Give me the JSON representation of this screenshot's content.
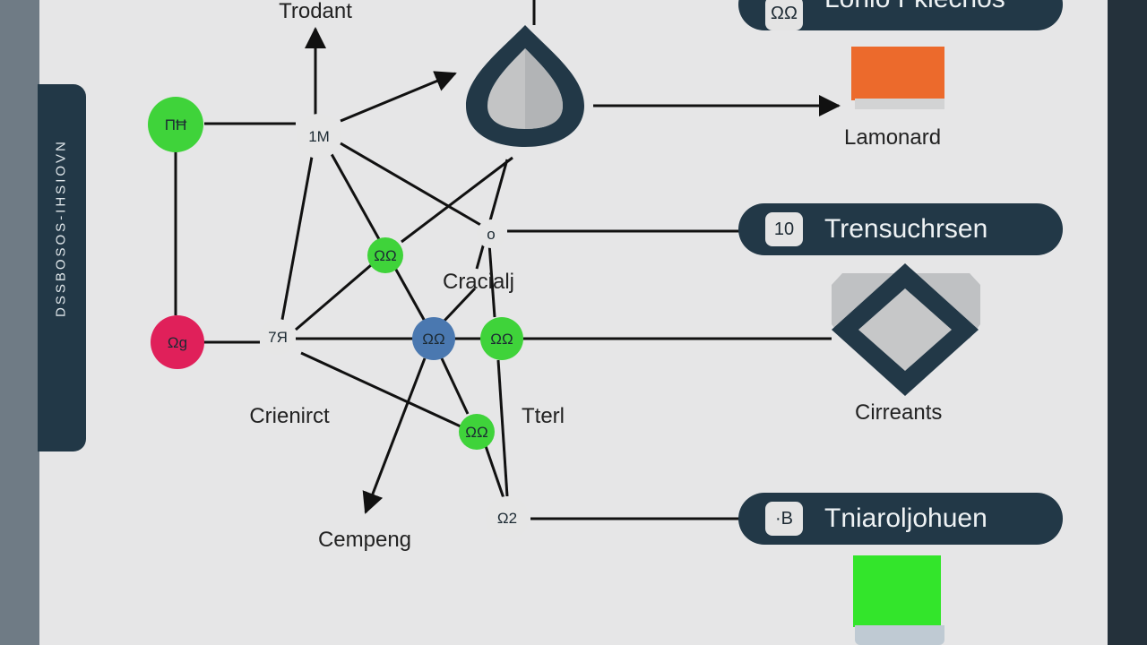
{
  "sidebar": {
    "vertical_text": "DSSBOSOS-IHSIOVN"
  },
  "nodes": [
    {
      "id": "n1",
      "label": "ΠĦ",
      "color": "#3fd33a"
    },
    {
      "id": "n2",
      "label": "1M",
      "color": "#e6e6e6"
    },
    {
      "id": "n3",
      "label": "o",
      "color": "#e6e6e6"
    },
    {
      "id": "n4",
      "label": "ΩΩ",
      "color": "#3fd33a"
    },
    {
      "id": "n5",
      "label": "Ωg",
      "color": "#e0205a"
    },
    {
      "id": "n6",
      "label": "7Я",
      "color": "#e6e6e6"
    },
    {
      "id": "n7",
      "label": "ΩΩ",
      "color": "#4a78b0"
    },
    {
      "id": "n8",
      "label": "ΩΩ",
      "color": "#3fd33a"
    },
    {
      "id": "n9",
      "label": "ΩΩ",
      "color": "#3fd33a"
    },
    {
      "id": "n10",
      "label": "Ω2",
      "color": "#e6e6e6"
    }
  ],
  "labels": {
    "top": "Trodant",
    "cracialj": "Cracialj",
    "crienirct": "Crienirct",
    "tterl": "Tterl",
    "cempeng": "Cempeng"
  },
  "pills": [
    {
      "chip": "ΩΩ",
      "text": "Lonio Fĸlechos"
    },
    {
      "chip": "10",
      "text": "Trensuchrsen"
    },
    {
      "chip": "·B",
      "text": "Tniaroljohuen"
    }
  ],
  "right_items": {
    "lamonard": "Lamonard",
    "cirreants": "Cirreants"
  },
  "colors": {
    "navy": "#223847",
    "orange": "#ec6a2c",
    "green": "#33e52b",
    "gray_shape": "#bcbfc1",
    "canvas": "#e6e6e7"
  }
}
